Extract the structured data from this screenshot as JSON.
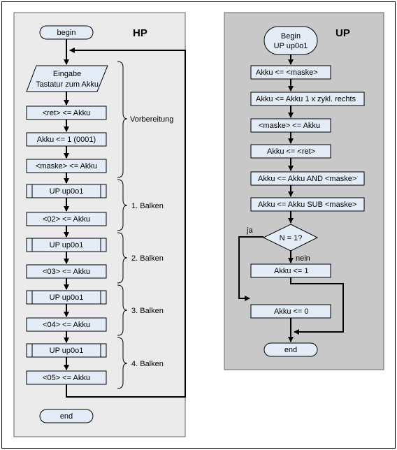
{
  "colors": {
    "panel_left": "#ebebeb",
    "panel_right": "#c8c8c8",
    "shape_fill": "#e4ecf7",
    "stroke": "#000000",
    "line": "#000000"
  },
  "hp": {
    "title": "HP",
    "begin": "begin",
    "input": [
      "Eingabe",
      "Tastatur zum Akku"
    ],
    "boxes": [
      "<ret> <= Akku",
      "Akku <= 1 (0001)",
      "<maske> <= Akku"
    ],
    "bars": [
      {
        "call": "UP up0o1",
        "store": "<02> <= Akku",
        "label": "1. Balken"
      },
      {
        "call": "UP up0o1",
        "store": "<03> <= Akku",
        "label": "2. Balken"
      },
      {
        "call": "UP up0o1",
        "store": "<04> <= Akku",
        "label": "3. Balken"
      },
      {
        "call": "UP up0o1",
        "store": "<05> <= Akku",
        "label": "4. Balken"
      }
    ],
    "prep_label": "Vorbereitung",
    "end": "end"
  },
  "up": {
    "title": "UP",
    "begin": [
      "Begin",
      "UP up0o1"
    ],
    "boxes": [
      "Akku <= <maske>",
      "Akku <= Akku 1 x zykl. rechts",
      "<maske> <= Akku",
      "Akku <= <ret>",
      "Akku <= Akku AND <maske>",
      "Akku <= Akku SUB <maske>"
    ],
    "decision": "N = 1?",
    "yes": "ja",
    "no": "nein",
    "box_no": "Akku <= 1",
    "box_yes": "Akku <= 0",
    "end": "end"
  }
}
